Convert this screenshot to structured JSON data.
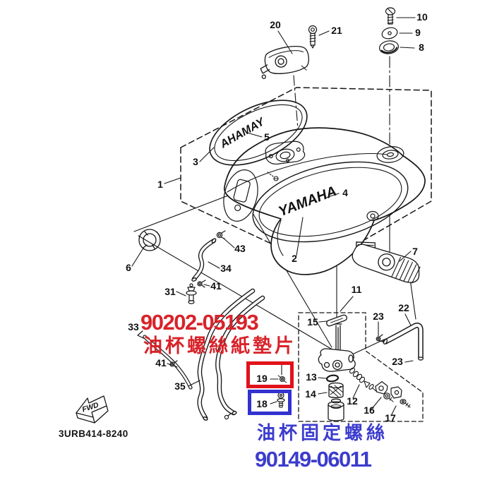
{
  "page": {
    "background_color": "#ffffff",
    "line_color": "#161616"
  },
  "diagram": {
    "drawing_code": "3URB414-8240",
    "fwd_label": "FWD",
    "tank_logo": "YAMAHA",
    "tank_logo_mirrored": "AHAMAY",
    "callouts": [
      {
        "label": "20"
      },
      {
        "label": "21"
      },
      {
        "label": "10"
      },
      {
        "label": "9"
      },
      {
        "label": "8"
      },
      {
        "label": "1"
      },
      {
        "label": "3"
      },
      {
        "label": "5"
      },
      {
        "label": "4"
      },
      {
        "label": "2"
      },
      {
        "label": "6"
      },
      {
        "label": "43"
      },
      {
        "label": "34"
      },
      {
        "label": "41"
      },
      {
        "label": "31"
      },
      {
        "label": "33"
      },
      {
        "label": "41"
      },
      {
        "label": "35"
      },
      {
        "label": "7"
      },
      {
        "label": "11"
      },
      {
        "label": "15"
      },
      {
        "label": "13"
      },
      {
        "label": "14"
      },
      {
        "label": "12"
      },
      {
        "label": "16"
      },
      {
        "label": "17"
      },
      {
        "label": "19"
      },
      {
        "label": "18"
      },
      {
        "label": "22"
      },
      {
        "label": "23"
      },
      {
        "label": "23"
      }
    ]
  },
  "annotations": {
    "gasket": {
      "part_no": "90202-05193",
      "part_name": "油杯螺絲紙墊片",
      "text_color": "#d8232a",
      "box_color": "#e1121a",
      "highlights_callout": "19"
    },
    "screw": {
      "part_name": "油杯固定螺絲",
      "part_no": "90149-06011",
      "text_color": "#3c3ccd",
      "box_color": "#3232d0",
      "highlights_callout": "18"
    }
  }
}
